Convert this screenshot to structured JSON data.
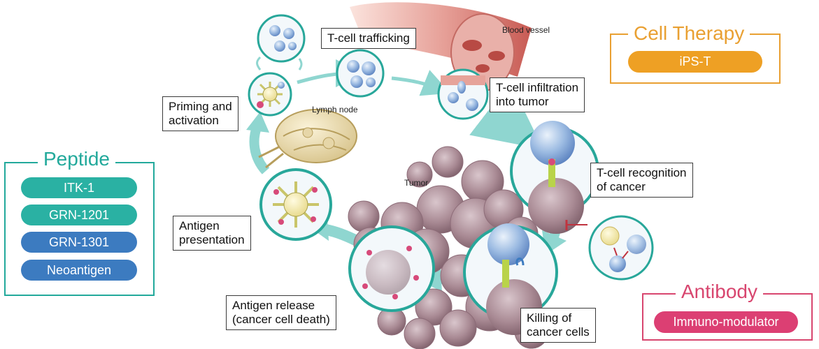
{
  "steps": {
    "trafficking": "T-cell trafficking",
    "infiltration": "T-cell infiltration\ninto tumor",
    "priming": "Priming and\nactivation",
    "recognition": "T-cell recognition\nof cancer",
    "presentation": "Antigen\npresentation",
    "release": "Antigen release\n(cancer cell death)",
    "killing": "Killing of\ncancer cells"
  },
  "labels": {
    "blood_vessel": "Blood vessel",
    "lymph_node": "Lymph node",
    "tumor": "Tumor"
  },
  "groups": {
    "peptide": {
      "title": "Peptide",
      "items": [
        "ITK-1",
        "GRN-1201",
        "GRN-1301",
        "Neoantigen"
      ]
    },
    "cell_therapy": {
      "title": "Cell Therapy",
      "items": [
        "iPS-T"
      ]
    },
    "antibody": {
      "title": "Antibody",
      "items": [
        "Immuno-modulator"
      ]
    }
  },
  "colors": {
    "teal": "#2ab1a3",
    "blue": "#3c7bc0",
    "orange": "#e9a032",
    "pink": "#d8466f",
    "cycle_arrow": "#8fd6d0"
  }
}
